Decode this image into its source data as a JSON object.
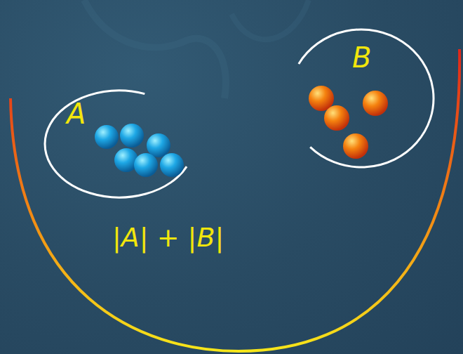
{
  "diagram": {
    "nodes": [
      {
        "text": [
          "|A| + |B|"
        ]
      },
      {
        "text": [
          "A"
        ],
        "in": 0
      },
      {
        "text": [
          "B"
        ],
        "in": 0
      }
    ]
  }
}
